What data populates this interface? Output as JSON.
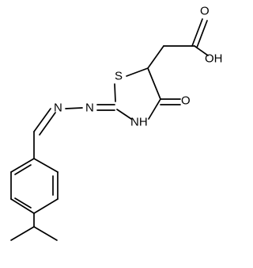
{
  "molecule": {
    "atom_labels": {
      "O_carbonyl_acid": "O",
      "OH": "OH",
      "S": "S",
      "O_ketone": "O",
      "NH": "NH",
      "N1": "N",
      "N2": "N"
    }
  },
  "colors": {
    "bond": "#000000",
    "background": "#ffffff"
  }
}
